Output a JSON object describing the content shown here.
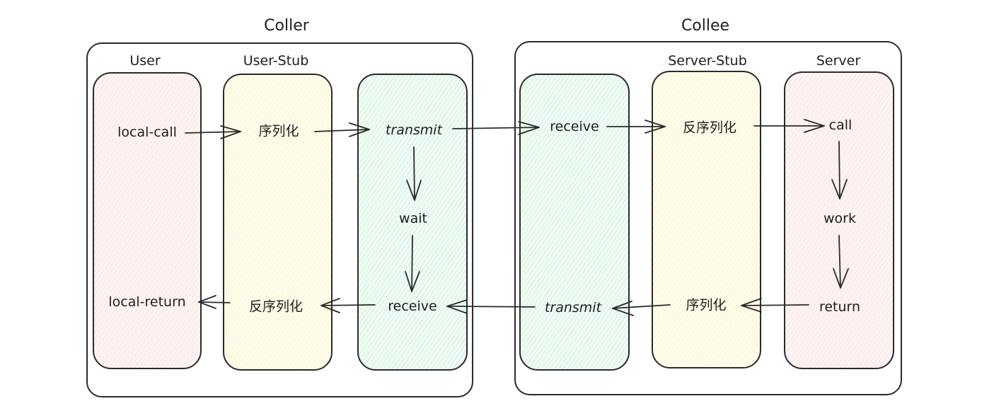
{
  "groups": {
    "caller": {
      "label": "Coller"
    },
    "callee": {
      "label": "Collee"
    }
  },
  "lanes": {
    "user": {
      "label": "User",
      "color": "#ffc9c9"
    },
    "user_stub": {
      "label": "User-Stub",
      "color": "#ffec99"
    },
    "caller_net": {
      "label": "",
      "color": "#b2f2bb"
    },
    "callee_net": {
      "label": "",
      "color": "#b2f2bb"
    },
    "server_stub": {
      "label": "Server-Stub",
      "color": "#ffec99"
    },
    "server": {
      "label": "Server",
      "color": "#ffc9c9"
    }
  },
  "nodes": {
    "local_call": "local-call",
    "serialize_out": "序列化",
    "transmit_out": "transmit",
    "wait": "wait",
    "receive_back": "receive",
    "deserialize_back": "反序列化",
    "local_return": "local-return",
    "receive_in": "receive",
    "deserialize_in": "反序列化",
    "call": "call",
    "work": "work",
    "return": "return",
    "serialize_back": "序列化",
    "transmit_back": "transmit"
  }
}
